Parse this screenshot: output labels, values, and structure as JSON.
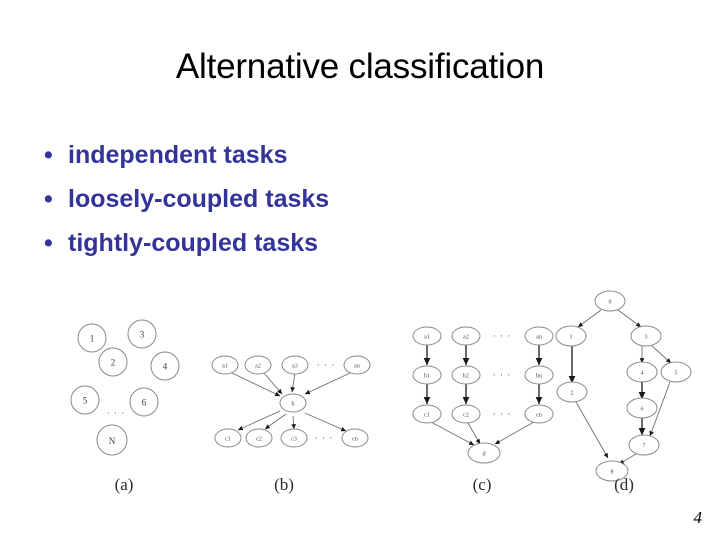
{
  "slide": {
    "title": "Alternative classification",
    "page_number": "4",
    "background_color": "#ffffff",
    "title_color": "#000000",
    "bullet_color": "#333399"
  },
  "bullets": [
    {
      "marker": "•",
      "text": "independent tasks"
    },
    {
      "marker": "•",
      "text": "loosely-coupled tasks"
    },
    {
      "marker": "•",
      "text": "tightly-coupled tasks"
    }
  ],
  "figure": {
    "caption_a": "(a)",
    "caption_b": "(b)",
    "caption_c": "(c)",
    "caption_d": "(d)",
    "ellipsis": "· · ·",
    "panels": {
      "a": {
        "description": "independent tasks - isolated nodes with no edges",
        "nodes": [
          "1",
          "2",
          "3",
          "4",
          "5",
          "6",
          "N"
        ],
        "edges": []
      },
      "b": {
        "description": "loosely-coupled tasks - fan-in to a single node then fan-out",
        "nodes_top": [
          "a1",
          "a2",
          "a3",
          "an"
        ],
        "node_center": "b",
        "nodes_bottom": [
          "c1",
          "c2",
          "c3",
          "cn"
        ],
        "edges": [
          "a1->b",
          "a2->b",
          "a3->b",
          "an->b",
          "b->c1",
          "b->c2",
          "b->c3",
          "b->cn"
        ]
      },
      "c": {
        "description": "parallel chains converging on one sink node",
        "nodes_row1": [
          "a1",
          "a2",
          "an"
        ],
        "nodes_row2": [
          "b1",
          "b2",
          "bn"
        ],
        "nodes_row3": [
          "c1",
          "c2",
          "cn"
        ],
        "node_sink": "d",
        "edges": [
          "a1->b1",
          "b1->c1",
          "c1->d",
          "a2->b2",
          "b2->c2",
          "c2->d",
          "an->bn",
          "bn->cn",
          "cn->d"
        ]
      },
      "d": {
        "description": "tightly-coupled tasks - general directed acyclic graph",
        "nodes": [
          "0",
          "1",
          "2",
          "3",
          "4",
          "5",
          "6",
          "7",
          "8"
        ],
        "edges": [
          "0->1",
          "0->3",
          "1->2",
          "3->4",
          "3->5",
          "4->6",
          "6->7",
          "5->7",
          "2->8",
          "7->8"
        ]
      }
    }
  }
}
